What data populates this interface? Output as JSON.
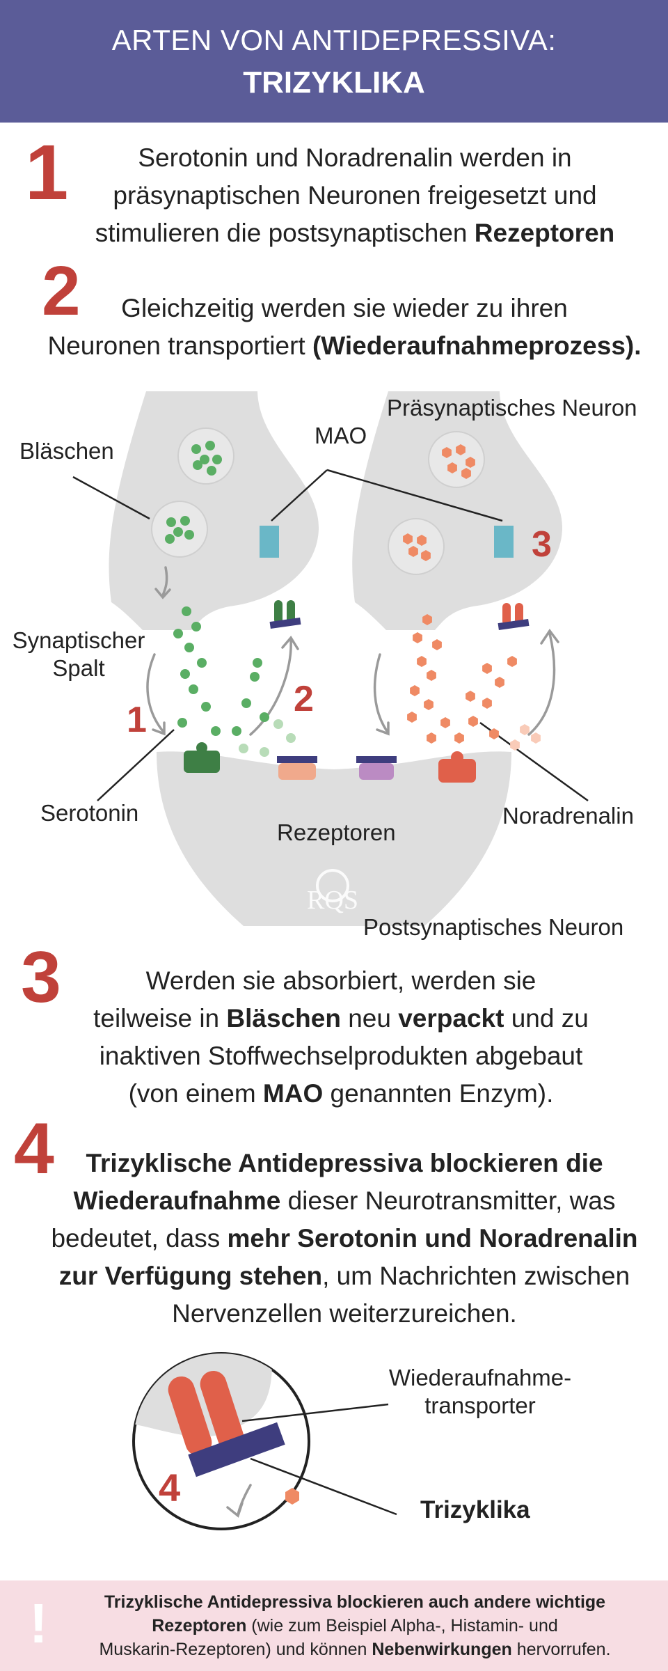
{
  "header": {
    "line1": "ARTEN VON ANTIDEPRESSIVA:",
    "line2": "TRIZYKLIKA"
  },
  "steps": [
    {
      "number": "1",
      "parts": [
        {
          "t": "Serotonin und Noradrenalin werden in"
        },
        {
          "br": true
        },
        {
          "t": "präsynaptischen Neuronen freigesetzt und"
        },
        {
          "br": true
        },
        {
          "t": "stimulieren die postsynaptischen "
        },
        {
          "t": "Rezeptoren",
          "b": true
        }
      ]
    },
    {
      "number": "2",
      "parts": [
        {
          "t": "Gleichzeitig werden sie wieder zu ihren"
        },
        {
          "br": true
        },
        {
          "t": "Neuronen transportiert "
        },
        {
          "t": "(Wiederaufnahmeprozess).",
          "b": true
        }
      ]
    },
    {
      "number": "3",
      "parts": [
        {
          "t": "Werden sie absorbiert, werden sie"
        },
        {
          "br": true
        },
        {
          "t": "teilweise in "
        },
        {
          "t": "Bläschen",
          "b": true
        },
        {
          "t": " neu "
        },
        {
          "t": "verpackt",
          "b": true
        },
        {
          "t": " und zu"
        },
        {
          "br": true
        },
        {
          "t": "inaktiven Stoffwechselprodukten abgebaut"
        },
        {
          "br": true
        },
        {
          "t": "(von einem "
        },
        {
          "t": "MAO",
          "b": true
        },
        {
          "t": " genannten Enzym)."
        }
      ]
    },
    {
      "number": "4",
      "parts": [
        {
          "t": "Trizyklische Antidepressiva blockieren die",
          "b": true
        },
        {
          "br": true
        },
        {
          "t": "Wiederaufnahme",
          "b": true
        },
        {
          "t": " dieser Neurotransmitter, was"
        },
        {
          "br": true
        },
        {
          "t": "bedeutet, dass "
        },
        {
          "t": "mehr Serotonin und Noradrenalin",
          "b": true
        },
        {
          "br": true
        },
        {
          "t": "zur Verfügung stehen",
          "b": true
        },
        {
          "t": ", um Nachrichten zwischen"
        },
        {
          "br": true
        },
        {
          "t": "Nervenzellen weiterzureichen."
        }
      ]
    }
  ],
  "diagram": {
    "presynaptic_label": "Präsynaptisches Neuron",
    "mao_label": "MAO",
    "vesicle_label": "Bläschen",
    "cleft_label_1": "Synaptischer",
    "cleft_label_2": "Spalt",
    "serotonin_label": "Serotonin",
    "receptors_label": "Rezeptoren",
    "noradrenalin_label": "Noradrenalin",
    "postsynaptic_label": "Postsynaptisches Neuron",
    "marker_1": "1",
    "marker_2": "2",
    "marker_3": "3",
    "logo_text": "RQS"
  },
  "zoom": {
    "transporter_line1": "Wiederaufnahme-",
    "transporter_line2": "transporter",
    "tricyclic_label": "Trizyklika",
    "marker_4": "4"
  },
  "footer": {
    "bang": "!",
    "parts": [
      {
        "t": "Trizyklische Antidepressiva blockieren auch andere wichtige",
        "b": true
      },
      {
        "br": true
      },
      {
        "t": "Rezeptoren",
        "b": true
      },
      {
        "t": " (wie zum Beispiel Alpha-, Histamin- und"
      },
      {
        "br": true
      },
      {
        "t": "Muskarin-Rezeptoren) und können "
      },
      {
        "t": "Nebenwirkungen",
        "b": true
      },
      {
        "t": " hervorrufen."
      }
    ]
  },
  "colors": {
    "header_bg": "#5b5c98",
    "accent_number": "#c0413a",
    "serotonin_green": "#5aae64",
    "noradrenalin_orange": "#ef8a64",
    "mao_blue": "#6ab7c7",
    "transporter_red": "#e0604a",
    "blocker_navy": "#3e3d7e",
    "neuron_gray": "#dedede",
    "footer_bg": "#f7dde3"
  }
}
